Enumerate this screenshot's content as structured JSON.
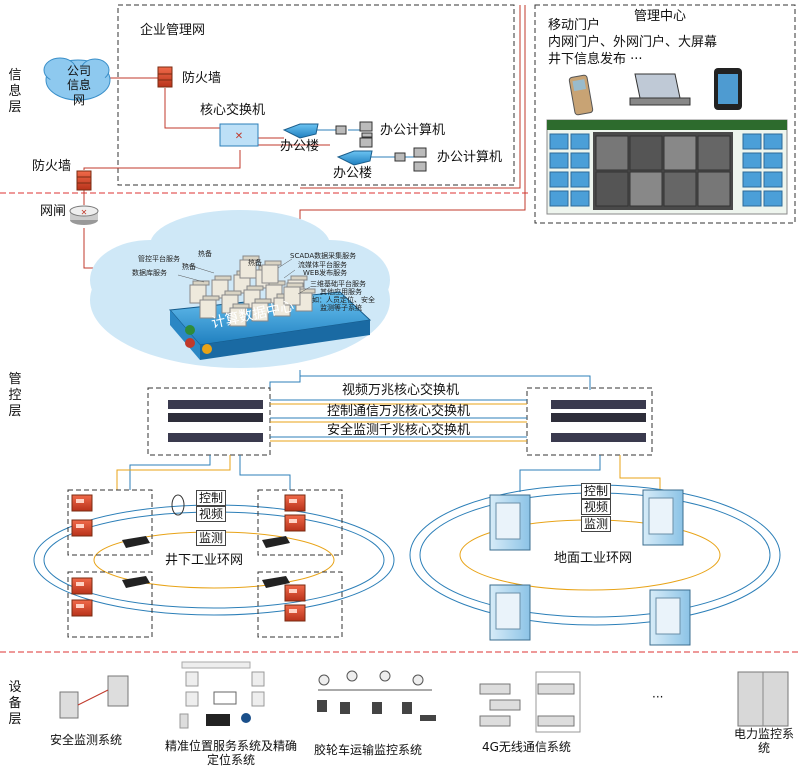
{
  "layers": {
    "info": "信息层",
    "control": "管控层",
    "device": "设备层"
  },
  "enterprise": {
    "title": "企业管理网",
    "company_net": "公司信息网",
    "firewall_top": "防火墙",
    "core_switch": "核心交换机",
    "office_building_1": "办公楼",
    "office_building_2": "办公楼",
    "office_pc_1": "办公计算机",
    "office_pc_2": "办公计算机",
    "firewall_left": "防火墙",
    "gateway": "网闸"
  },
  "mgmt_center": {
    "title": "管理中心",
    "line1": "移动门户",
    "line2": "内网门户、外网门户、大屏幕",
    "line3": "井下信息发布 ···"
  },
  "datacenter": {
    "title": "计算数据中心",
    "labels": [
      "管控平台服务",
      "热备",
      "数据库服务",
      "热备",
      "热备",
      "SCADA数据采集服务",
      "流媒体平台服务",
      "WEB发布服务",
      "三维基础平台服务",
      "其他应用服务",
      "如：人员定位、安全",
      "监测等子系统"
    ]
  },
  "core_links": {
    "video": "视频万兆核心交换机",
    "control": "控制通信万兆核心交换机",
    "safety": "安全监测千兆核心交换机"
  },
  "rings": {
    "underground": "井下工业环网",
    "surface": "地面工业环网",
    "tag_control": "控制",
    "tag_video": "视频",
    "tag_monitor": "监测"
  },
  "systems": {
    "safety": "安全监测系统",
    "position": "精准位置服务系统及精确定位系统",
    "rubber": "胶轮车运输监控系统",
    "wireless": "4G无线通信系统",
    "ellipsis": "···",
    "power": "电力监控系统"
  },
  "colors": {
    "link_red": "#c0392b",
    "link_blue": "#2c7fb8",
    "link_orange": "#e8a317",
    "cloud": "#cfe8f7",
    "datacenter_blue": "#3aa1de"
  }
}
